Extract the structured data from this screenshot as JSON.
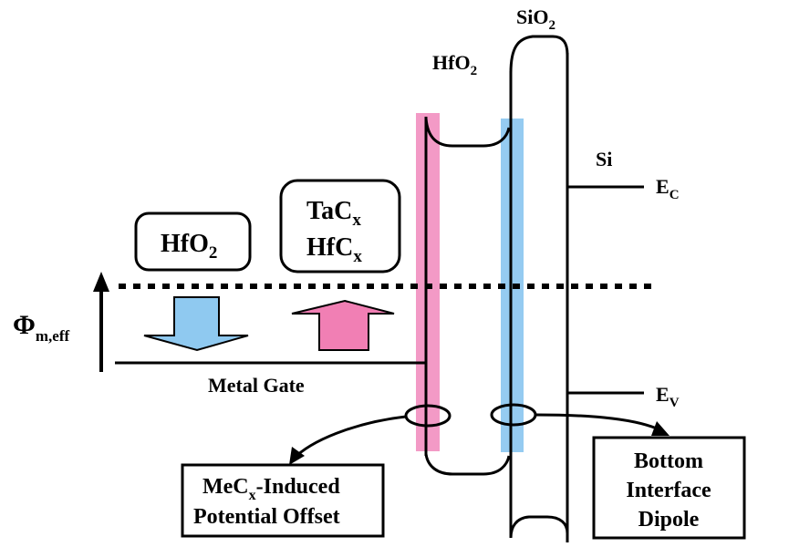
{
  "labels": {
    "sio2_main": "SiO",
    "sio2_sub": "2",
    "hfo2_top_main": "HfO",
    "hfo2_top_sub": "2",
    "si": "Si",
    "ec_main": "E",
    "ec_sub": "C",
    "ev_main": "E",
    "ev_sub": "V",
    "phi_main": "Φ",
    "phi_sub": "m,eff",
    "metal_gate": "Metal Gate"
  },
  "boxes": {
    "hfo2_main": "HfO",
    "hfo2_sub": "2",
    "tac_main": "TaC",
    "tac_sub": "x",
    "hfc_main": "HfC",
    "hfc_sub": "x",
    "mec_line1_a": "MeC",
    "mec_line1_sub": "x",
    "mec_line1_b": "-Induced",
    "mec_line2": "Potential Offset",
    "bottom_line1": "Bottom",
    "bottom_line2": "Interface",
    "bottom_line3": "Dipole"
  },
  "colors": {
    "pink": "#f17fb4",
    "pink_band": "#f39ac6",
    "blue": "#8fc9f0",
    "blue_band": "#95cbf1",
    "line": "#000000"
  }
}
